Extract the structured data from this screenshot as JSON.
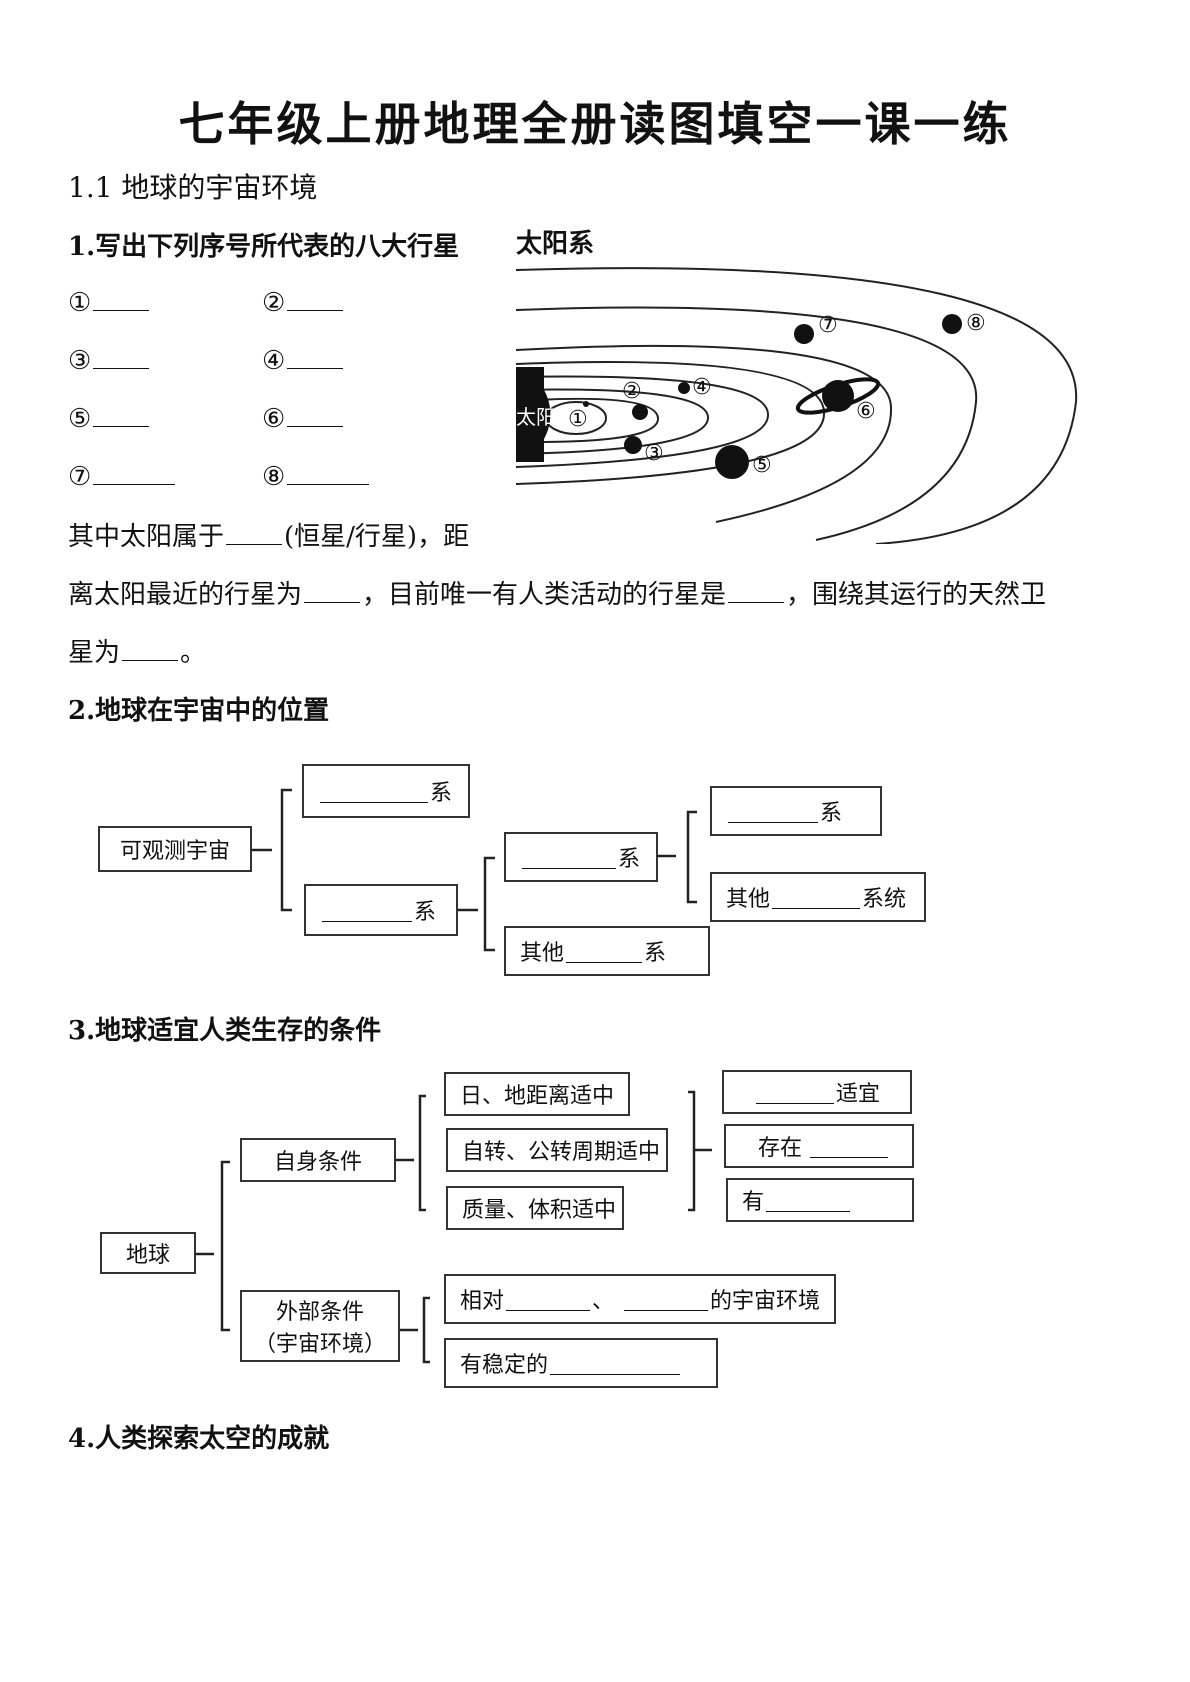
{
  "title": "七年级上册地理全册读图填空一课一练",
  "section": "1.1 地球的宇宙环境",
  "q1": {
    "heading": "1.写出下列序号所代表的八大行星",
    "items": [
      "①",
      "②",
      "③",
      "④",
      "⑤",
      "⑥",
      "⑦",
      "⑧"
    ],
    "text_a": "其中太阳属于",
    "text_b": "(恒星/行星)，距",
    "text_c": "离太阳最近的行星为",
    "text_d": "，目前唯一有人类活动的行星是",
    "text_e": "，围绕其运行的天然卫",
    "text_f": "星为",
    "text_g": "。",
    "diagram": {
      "title": "太阳系",
      "sun_label": "太阳",
      "planet_labels": [
        "①",
        "②",
        "③",
        "④",
        "⑤",
        "⑥",
        "⑦",
        "⑧"
      ]
    }
  },
  "q2": {
    "heading": "2.地球在宇宙中的位置",
    "root": "可观测宇宙",
    "suffix_xi": "系",
    "other_prefix": "其他",
    "other_suffix": "系统"
  },
  "q3": {
    "heading": "3.地球适宜人类生存的条件",
    "root": "地球",
    "self": "自身条件",
    "external_1": "外部条件",
    "external_2": "（宇宙环境）",
    "self_items": [
      "日、地距离适中",
      "自转、公转周期适中",
      "质量、体积适中"
    ],
    "result_1_suffix": "适宜",
    "result_2_prefix": "存在",
    "result_3_prefix": "有",
    "ext_1_prefix": "相对",
    "ext_1_sep": "、",
    "ext_1_suffix": "的宇宙环境",
    "ext_2_prefix": "有稳定的"
  },
  "q4": {
    "heading": "4.人类探索太空的成就"
  }
}
